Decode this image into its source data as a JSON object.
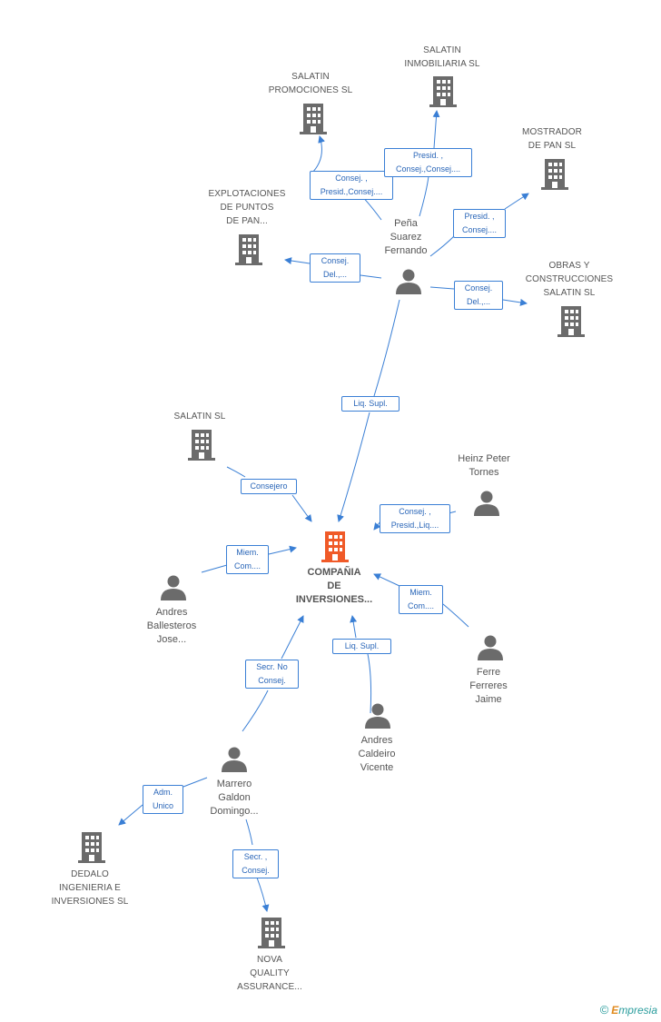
{
  "nodes": {
    "salatin_promociones": {
      "kind": "company",
      "lines": [
        "SALATIN",
        "PROMOCIONES SL"
      ]
    },
    "salatin_inmobiliaria": {
      "kind": "company",
      "lines": [
        "SALATIN",
        "INMOBILIARIA SL"
      ]
    },
    "mostrador_pan": {
      "kind": "company",
      "lines": [
        "MOSTRADOR",
        "DE PAN SL"
      ]
    },
    "explotaciones": {
      "kind": "company",
      "lines": [
        "EXPLOTACIONES",
        "DE PUNTOS",
        "DE PAN..."
      ]
    },
    "obras": {
      "kind": "company",
      "lines": [
        "OBRAS Y",
        "CONSTRUCCIONES",
        "SALATIN SL"
      ]
    },
    "salatin_sl": {
      "kind": "company",
      "lines": [
        "SALATIN SL"
      ]
    },
    "center": {
      "kind": "company-main",
      "lines": [
        "COMPAÑIA",
        "DE",
        "INVERSIONES..."
      ]
    },
    "dedalo": {
      "kind": "company",
      "lines": [
        "DEDALO",
        "INGENIERIA E",
        "INVERSIONES SL"
      ]
    },
    "nova": {
      "kind": "company",
      "lines": [
        "NOVA",
        "QUALITY",
        "ASSURANCE..."
      ]
    },
    "pena": {
      "kind": "person",
      "lines": [
        "Peña",
        "Suarez",
        "Fernando"
      ]
    },
    "heinz": {
      "kind": "person",
      "lines": [
        "Heinz Peter",
        "Tornes"
      ]
    },
    "andres_b": {
      "kind": "person",
      "lines": [
        "Andres",
        "Ballesteros",
        "Jose..."
      ]
    },
    "ferre": {
      "kind": "person",
      "lines": [
        "Ferre",
        "Ferreres",
        "Jaime"
      ]
    },
    "andres_c": {
      "kind": "person",
      "lines": [
        "Andres",
        "Caldeiro",
        "Vicente"
      ]
    },
    "marrero": {
      "kind": "person",
      "lines": [
        "Marrero",
        "Galdon",
        "Domingo..."
      ]
    }
  },
  "edges": [
    {
      "id": "pena-promociones",
      "lines": [
        "Consej. ,",
        "Presid.,Consej...."
      ]
    },
    {
      "id": "pena-inmobiliaria",
      "lines": [
        "Presid. ,",
        "Consej.,Consej...."
      ]
    },
    {
      "id": "pena-mostrador",
      "lines": [
        "Presid. ,",
        "Consej...."
      ]
    },
    {
      "id": "pena-explotaciones",
      "lines": [
        "Consej.",
        "Del.,..."
      ]
    },
    {
      "id": "pena-obras",
      "lines": [
        "Consej.",
        "Del.,..."
      ]
    },
    {
      "id": "pena-center",
      "lines": [
        "Liq.  Supl."
      ]
    },
    {
      "id": "salatin-center",
      "lines": [
        "Consejero"
      ]
    },
    {
      "id": "heinz-center",
      "lines": [
        "Consej. ,",
        "Presid.,Liq...."
      ]
    },
    {
      "id": "andresb-center",
      "lines": [
        "Miem.",
        "Com...."
      ]
    },
    {
      "id": "ferre-center",
      "lines": [
        "Miem.",
        "Com...."
      ]
    },
    {
      "id": "andresc-center",
      "lines": [
        "Liq.  Supl."
      ]
    },
    {
      "id": "marrero-center",
      "lines": [
        "Secr.  No",
        "Consej."
      ]
    },
    {
      "id": "marrero-dedalo",
      "lines": [
        "Adm.",
        "Unico"
      ]
    },
    {
      "id": "marrero-nova",
      "lines": [
        "Secr. ,",
        "Consej."
      ]
    }
  ],
  "footer": {
    "copyright": "©",
    "brand_first": "E",
    "brand_rest": "mpresia"
  },
  "colors": {
    "edge": "#3a7fd5",
    "company": "#6b6b6b",
    "main_company": "#f05a28",
    "person": "#6b6b6b"
  }
}
